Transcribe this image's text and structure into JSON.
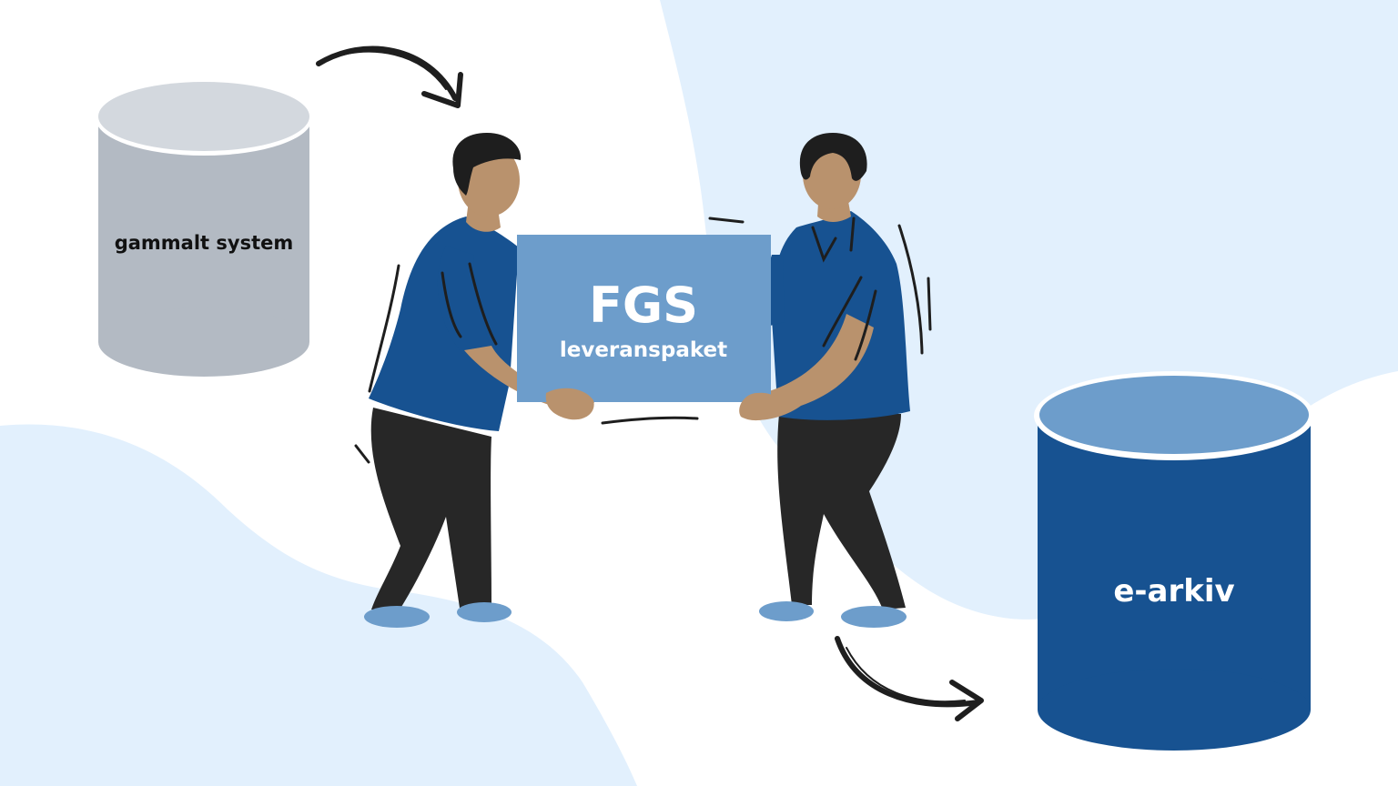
{
  "colors": {
    "background": "#ffffff",
    "blob": "#e2f0fd",
    "legacy_top": "#d3d8de",
    "legacy_body": "#b3bac3",
    "archive_top": "#6d9dcb",
    "archive_body": "#175291",
    "package": "#6d9dcb",
    "shirt": "#175291",
    "pants": "#272727",
    "shoes": "#6d9dcb",
    "skin": "#b9926d",
    "hair": "#1e1e1e",
    "stroke": "#1e1e1e"
  },
  "legacy_system": {
    "label": "gammalt system"
  },
  "package": {
    "title": "FGS",
    "subtitle": "leveranspaket"
  },
  "archive": {
    "label": "e-arkiv"
  },
  "icons": {
    "arrow_in": "curved-arrow-right-icon",
    "arrow_out": "curved-arrow-right-icon"
  }
}
